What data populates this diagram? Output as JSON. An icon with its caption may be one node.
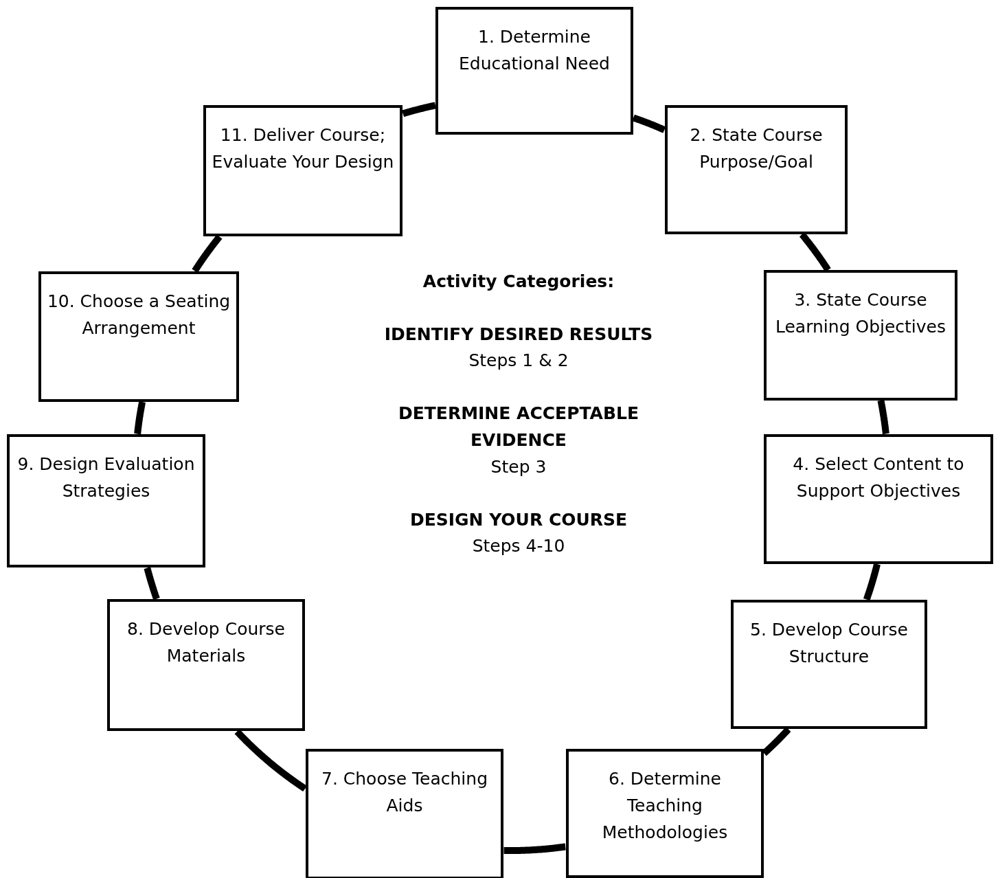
{
  "diagram": {
    "nodes": [
      {
        "text": [
          "1. Determine Educational Need"
        ]
      },
      {
        "text": [
          "2. State Course Purpose/Goal"
        ]
      },
      {
        "text": [
          "3. State Course Learning Objectives"
        ]
      },
      {
        "text": [
          "4. Select Content to Support Objectives"
        ]
      },
      {
        "text": [
          "5. Develop Course Structure"
        ]
      },
      {
        "text": [
          "6. Determine Teaching Methodologies"
        ]
      },
      {
        "text": [
          "7. Choose Teaching Aids"
        ]
      },
      {
        "text": [
          "8. Develop Course Materials"
        ]
      },
      {
        "text": [
          "9. Design Evaluation Strategies"
        ]
      },
      {
        "text": [
          "10. Choose a Seating Arrangement"
        ]
      },
      {
        "text": [
          "11. Deliver Course; Evaluate Your Design"
        ]
      }
    ],
    "edges": [
      {
        "from": 0,
        "to": 1,
        "arrow": "none"
      },
      {
        "from": 1,
        "to": 2,
        "arrow": "none"
      },
      {
        "from": 2,
        "to": 3,
        "arrow": "none"
      },
      {
        "from": 3,
        "to": 4,
        "arrow": "none"
      },
      {
        "from": 4,
        "to": 5,
        "arrow": "none"
      },
      {
        "from": 5,
        "to": 6,
        "arrow": "none"
      },
      {
        "from": 6,
        "to": 7,
        "arrow": "none"
      },
      {
        "from": 7,
        "to": 8,
        "arrow": "none"
      },
      {
        "from": 8,
        "to": 9,
        "arrow": "none"
      },
      {
        "from": 9,
        "to": 10,
        "arrow": "none"
      },
      {
        "from": 10,
        "to": 0,
        "arrow": "none"
      }
    ],
    "labels": [
      "Activity Categories:",
      "IDENTIFY DESIRED RESULTS",
      "Steps 1 & 2",
      "DETERMINE ACCEPTABLE EVIDENCE",
      "Step 3",
      "DESIGN YOUR COURSE",
      "Steps 4-10"
    ]
  }
}
